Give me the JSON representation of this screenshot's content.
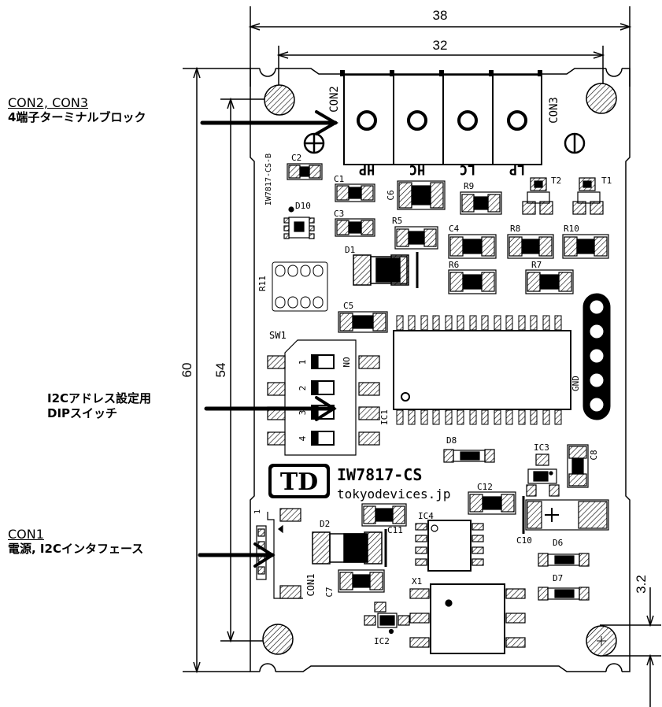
{
  "dimensions": {
    "width_outer": "38",
    "width_inner": "32",
    "height_outer": "60",
    "height_inner": "54",
    "hole_offset": "3.2"
  },
  "callouts": [
    {
      "title": "CON2, CON3",
      "desc": "4端子ターミナルブロック"
    },
    {
      "title": "I2Cアドレス設定用",
      "desc": "DIPスイッチ"
    },
    {
      "title": "CON1",
      "desc": "電源, I2Cインタフェース"
    }
  ],
  "board": {
    "model": "IW7817-CS",
    "website": "tokyodevices.jp",
    "logo": "TD",
    "side_label": "IW7817-CS-B"
  },
  "terminals": [
    "HP",
    "HC",
    "LC",
    "LP"
  ],
  "connectors": {
    "con1": "CON1",
    "con2": "CON2",
    "con3": "CON3"
  },
  "switch": {
    "name": "SW1",
    "on_label": "ON",
    "positions": [
      "1",
      "2",
      "3",
      "4"
    ]
  },
  "components": {
    "c1": "C1",
    "c2": "C2",
    "c3": "C3",
    "c4": "C4",
    "c5": "C5",
    "c6": "C6",
    "c7": "C7",
    "c8": "C8",
    "c10": "C10",
    "c11": "C11",
    "c12": "C12",
    "r5": "R5",
    "r6": "R6",
    "r7": "R7",
    "r8": "R8",
    "r9": "R9",
    "r10": "R10",
    "r11": "R11",
    "d1": "D1",
    "d2": "D2",
    "d6": "D6",
    "d7": "D7",
    "d8": "D8",
    "d10": "D10",
    "t1": "T1",
    "t2": "T2",
    "ic1": "IC1",
    "ic2": "IC2",
    "ic3": "IC3",
    "ic4": "IC4",
    "x1": "X1",
    "gnd": "GND",
    "pin1": "1"
  }
}
